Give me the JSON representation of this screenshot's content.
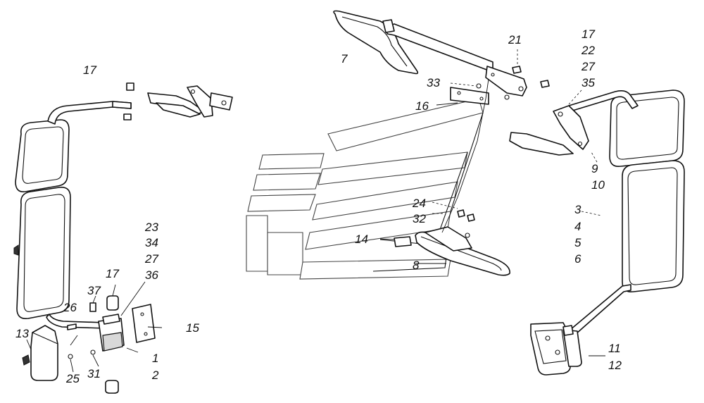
{
  "labels": {
    "l17a": "17",
    "l7": "7",
    "l21": "21",
    "l17b": "17",
    "l22": "22",
    "l27a": "27",
    "l35": "35",
    "l33": "33",
    "l16": "16",
    "l9": "9",
    "l10": "10",
    "l24": "24",
    "l32": "32",
    "l14": "14",
    "l8": "8",
    "l3": "3",
    "l4": "4",
    "l5": "5",
    "l6": "6",
    "l23": "23",
    "l34": "34",
    "l27b": "27",
    "l36": "36",
    "l17c": "17",
    "l37": "37",
    "l26": "26",
    "l15": "15",
    "l13": "13",
    "l1": "1",
    "l2": "2",
    "l31": "31",
    "l25": "25",
    "l11": "11",
    "l12": "12"
  }
}
